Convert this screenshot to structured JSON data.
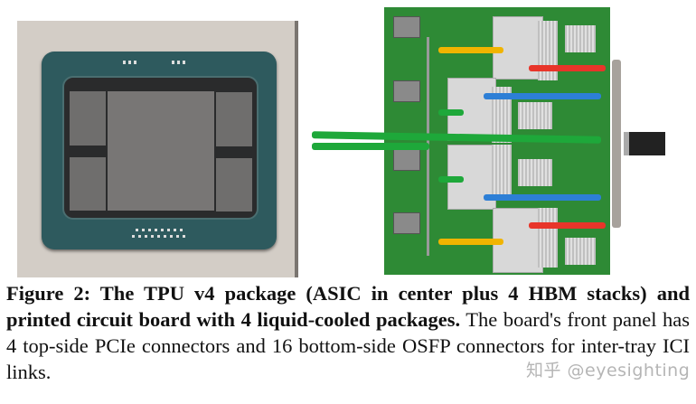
{
  "figure": {
    "left_image": {
      "alt": "TPU v4 package photo: ASIC in center with 4 HBM stacks"
    },
    "right_image": {
      "alt": "Printed circuit board with 4 liquid-cooled TPU v4 packages"
    },
    "caption": {
      "label": "Figure 2:",
      "bold_text": " The TPU v4 package (ASIC in center plus 4 HBM stacks) and printed circuit board with 4 liquid-cooled packages.",
      "body_text": " The board's front panel has 4 top-side PCIe connectors and 16 bottom-side OSFP connectors for inter-tray ICI links."
    },
    "watermark": "知乎 @eyesighting"
  },
  "colors": {
    "tube_yellow": "#f0b400",
    "tube_red": "#e8352a",
    "tube_blue": "#2d7fd6",
    "tube_green": "#1ea83a",
    "pcb_green": "#2e8a35",
    "package_teal": "#2e5a5e"
  }
}
